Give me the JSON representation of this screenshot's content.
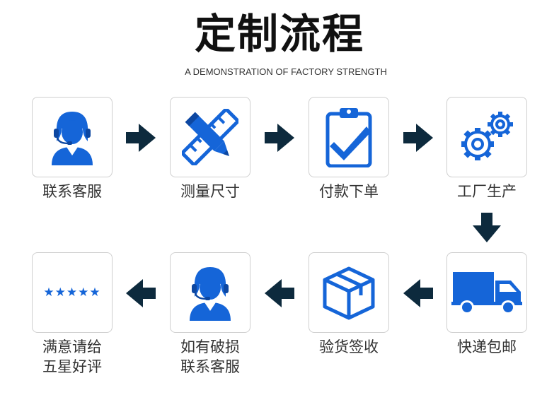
{
  "header": {
    "title": "定制流程",
    "subtitle": "A DEMONSTRATION OF FACTORY STRENGTH"
  },
  "steps": [
    {
      "label": "联系客服",
      "icon": "customer-service-icon"
    },
    {
      "label": "测量尺寸",
      "icon": "ruler-pencil-icon"
    },
    {
      "label": "付款下单",
      "icon": "clipboard-check-icon"
    },
    {
      "label": "工厂生产",
      "icon": "gears-icon"
    },
    {
      "label": "快递包邮",
      "icon": "delivery-truck-icon"
    },
    {
      "label": "验货签收",
      "icon": "package-box-icon"
    },
    {
      "label_line1": "如有破损",
      "label_line2": "联系客服",
      "icon": "customer-service-icon"
    },
    {
      "label_line1": "满意请给",
      "label_line2": "五星好评",
      "icon": "five-stars-icon",
      "stars": "★★★★★"
    }
  ],
  "colors": {
    "icon_blue": "#1565d8",
    "arrow_dark": "#0d2a3d"
  }
}
